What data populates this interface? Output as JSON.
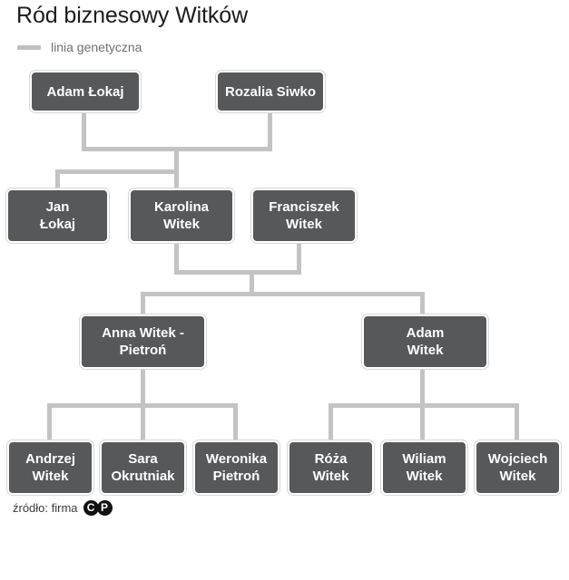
{
  "header": {
    "title": "Ród biznesowy Witków",
    "legend": {
      "label": "linia genetyczna",
      "swatch_color": "#bfbfbf"
    }
  },
  "colors": {
    "node_fill": "#57585a",
    "node_text": "#ffffff",
    "connector": "#c3c3c3",
    "background": "#ffffff",
    "title_text": "#1c1c1c",
    "legend_text": "#6f6f6f"
  },
  "chart_data": {
    "type": "diagram",
    "title": "Ród biznesowy Witków",
    "legend": [
      "linia genetyczna"
    ],
    "generations": [
      {
        "level": 1,
        "nodes": [
          {
            "id": "adam-lokaj",
            "name": "Adam  Łokaj"
          },
          {
            "id": "rozalia-siwko",
            "name": "Rozalia Siwko"
          }
        ]
      },
      {
        "level": 2,
        "nodes": [
          {
            "id": "jan-lokaj",
            "name": "Jan\nŁokaj"
          },
          {
            "id": "karolina-witek",
            "name": "Karolina\nWitek"
          },
          {
            "id": "franciszek-witek",
            "name": "Franciszek\nWitek"
          }
        ]
      },
      {
        "level": 3,
        "nodes": [
          {
            "id": "anna-witek-pietron",
            "name": "Anna Witek -\nPietroń"
          },
          {
            "id": "adam-witek",
            "name": "Adam\nWitek"
          }
        ]
      },
      {
        "level": 4,
        "nodes": [
          {
            "id": "andrzej-witek",
            "name": "Andrzej\nWitek"
          },
          {
            "id": "sara-okrutniak",
            "name": "Sara\nOkrutniak"
          },
          {
            "id": "weronika-pietron",
            "name": "Weronika\nPietroń"
          },
          {
            "id": "roza-witek",
            "name": "Róża\nWitek"
          },
          {
            "id": "wiliam-witek",
            "name": "Wiliam\nWitek"
          },
          {
            "id": "wojciech-witek",
            "name": "Wojciech\nWitek"
          }
        ]
      }
    ],
    "edges": [
      {
        "from": [
          "adam-lokaj",
          "rozalia-siwko"
        ],
        "to": [
          "jan-lokaj",
          "karolina-witek"
        ]
      },
      {
        "from": [
          "karolina-witek",
          "franciszek-witek"
        ],
        "to": [
          "anna-witek-pietron",
          "adam-witek"
        ]
      },
      {
        "from": [
          "anna-witek-pietron"
        ],
        "to": [
          "andrzej-witek",
          "sara-okrutniak",
          "weronika-pietron"
        ]
      },
      {
        "from": [
          "adam-witek"
        ],
        "to": [
          "roza-witek",
          "wiliam-witek",
          "wojciech-witek"
        ]
      }
    ]
  },
  "footer": {
    "source_label": "źródło: firma",
    "logo": {
      "left": "C",
      "right": "P"
    }
  }
}
